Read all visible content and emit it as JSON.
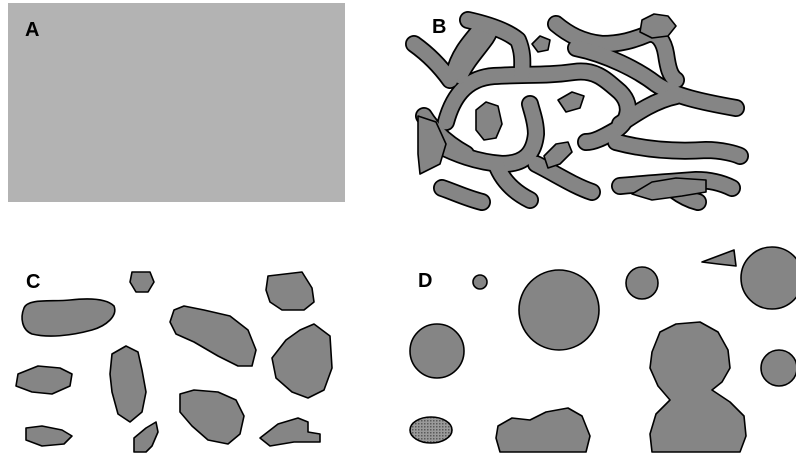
{
  "panels": [
    {
      "id": "A",
      "label": "A"
    },
    {
      "id": "B",
      "label": "B"
    },
    {
      "id": "C",
      "label": "C"
    },
    {
      "id": "D",
      "label": "D"
    }
  ],
  "colors": {
    "uniform_fill": "#b3b3b3",
    "grain_fill": "#858585",
    "outline": "#000000",
    "background": "#ffffff"
  }
}
